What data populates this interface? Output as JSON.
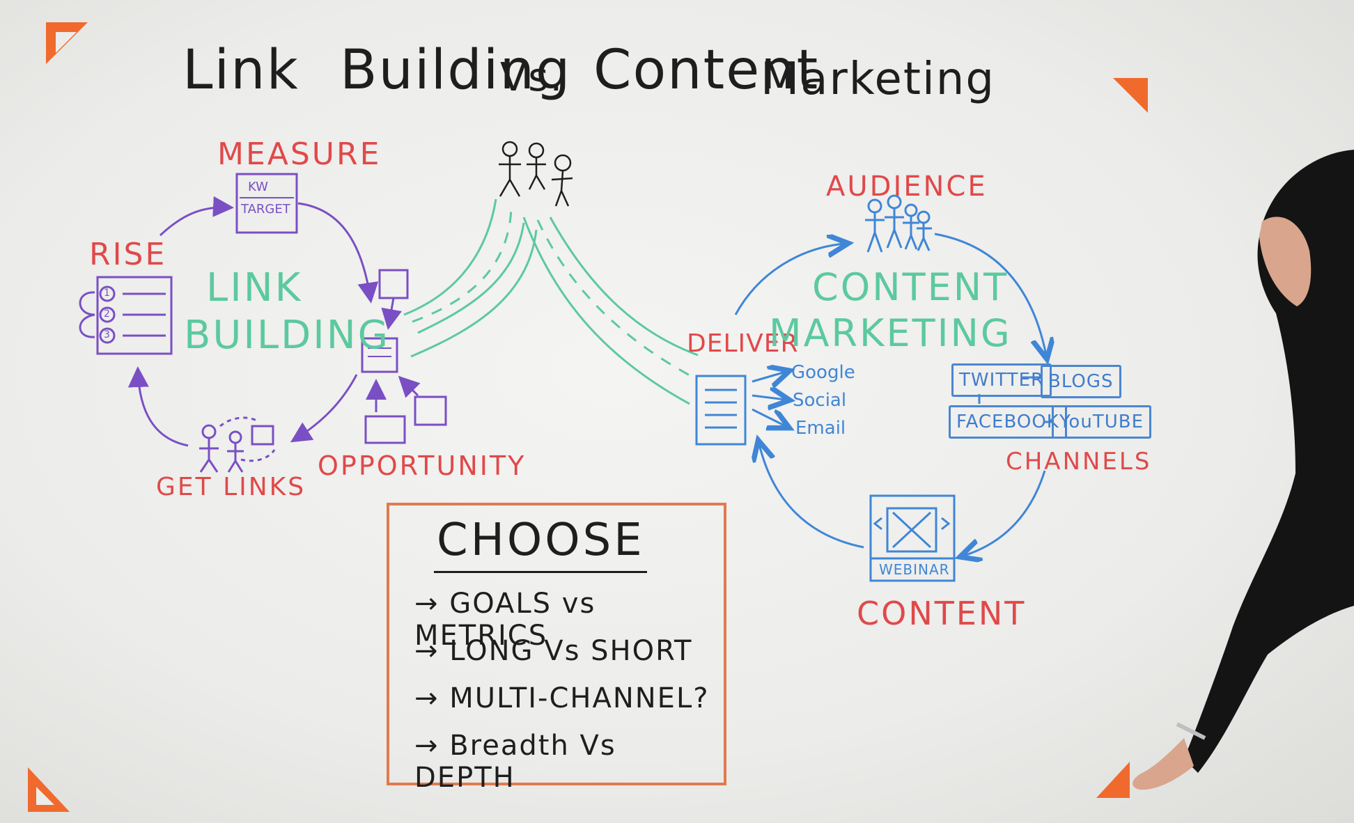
{
  "title": {
    "left": "Link",
    "mid": "Building",
    "vs": "Vs.",
    "right": "Content",
    "right2": "Marketing"
  },
  "link_building": {
    "heading_1": "LINK",
    "heading_2": "BUILDING",
    "steps": {
      "measure": "MEASURE",
      "rise": "RISE",
      "get_links": "GET LINKS",
      "opportunity": "OPPORTUNITY"
    },
    "kw_box": [
      "KW",
      "TARGET"
    ],
    "rank_list": [
      "1",
      "2",
      "3"
    ]
  },
  "content_marketing": {
    "heading_1": "CONTENT",
    "heading_2": "MARKETING",
    "steps": {
      "audience": "AUDIENCE",
      "deliver": "DELIVER",
      "channels": "CHANNELS",
      "content": "CONTENT"
    },
    "deliver_targets": [
      "Google",
      "Social",
      "Email"
    ],
    "channel_tags": [
      "TWITTER",
      "BLOGS",
      "FACEBOOK",
      "YouTUBE"
    ],
    "webinar_label": "WEBINAR"
  },
  "choose": {
    "heading": "CHOOSE",
    "items": [
      "GOALS vs METRICS",
      "LONG Vs SHORT",
      "MULTI-CHANNEL?",
      "Breadth Vs DEPTH"
    ],
    "arrow_glyph": "→"
  },
  "colors": {
    "title_ink": "#1e1e1e",
    "label_red": "#e0494a",
    "link_green": "#5cc9a0",
    "loop_purple": "#7a4fc4",
    "content_blue": "#3f86d6",
    "box_orange": "#e07a4f",
    "corner_orange": "#f06a2e"
  }
}
